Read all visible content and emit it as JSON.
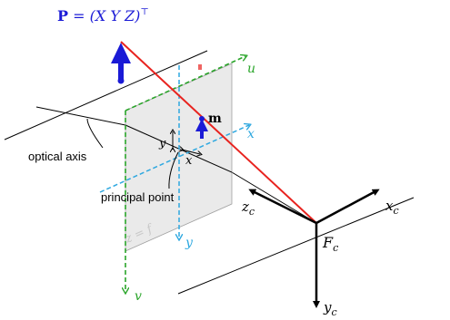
{
  "title_prefix": "P",
  "title_rest": " = (X Y Z)",
  "title_sup": "⊤",
  "labels": {
    "optical_axis": "optical axis",
    "principal_point": "principal point",
    "focal_plane_note": "z = f",
    "point_m": "m",
    "axis_u": "u",
    "axis_v": "v",
    "axis_x_image": "x",
    "axis_y_image": "y",
    "axis_y_image_plane": "y",
    "small_x": "x",
    "small_y": "y",
    "cam_x": "x",
    "cam_x_sub": "c",
    "cam_y": "y",
    "cam_y_sub": "c",
    "cam_z": "z",
    "cam_z_sub": "c",
    "frame": "F",
    "frame_sub": "c"
  },
  "colors": {
    "ray": "#e8231f",
    "green_axes": "#2aa52a",
    "cyan_axes": "#2ea8e0",
    "point_blue": "#1a1ad6",
    "plane_fill": "#e6e6e6",
    "black": "#000000"
  }
}
